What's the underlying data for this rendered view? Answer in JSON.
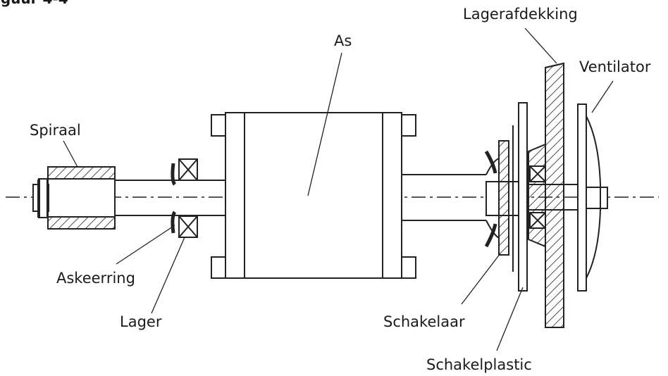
{
  "figure_caption": "iguur 4-4",
  "labels": {
    "lagerafdekking": "Lagerafdekking",
    "as": "As",
    "ventilator": "Ventilator",
    "spiraal": "Spiraal",
    "askeerring": "Askeerring",
    "lager": "Lager",
    "schakelaar": "Schakelaar",
    "schakelplastic": "Schakelplastic"
  }
}
